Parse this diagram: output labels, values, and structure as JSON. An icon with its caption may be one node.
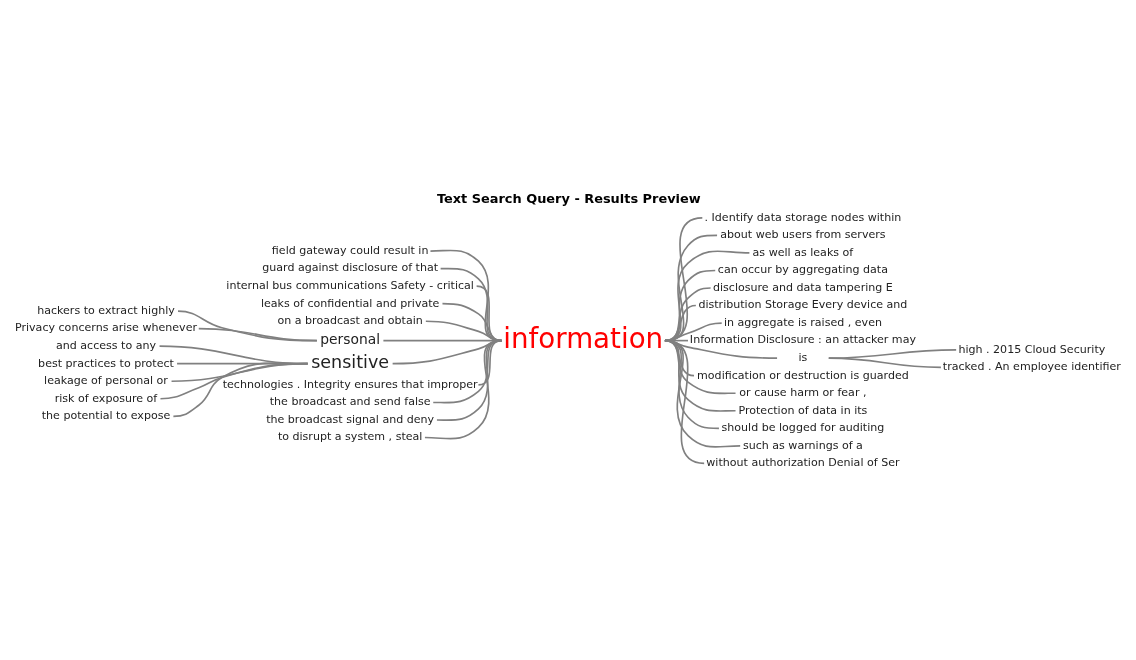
{
  "diagram": {
    "title": "Text Search Query - Results Preview",
    "nodes": [
      {
        "text": [
          "information"
        ]
      },
      {
        "text": [
          "field gateway could result in"
        ]
      },
      {
        "text": [
          "guard against disclosure of that"
        ]
      },
      {
        "text": [
          "internal bus communications Safety - critical"
        ]
      },
      {
        "text": [
          "leaks of confidential and private"
        ]
      },
      {
        "text": [
          "on a broadcast and obtain"
        ]
      },
      {
        "text": [
          "personal"
        ]
      },
      {
        "text": [
          "hackers to extract highly"
        ]
      },
      {
        "text": [
          "Privacy concerns arise whenever"
        ]
      },
      {
        "text": [
          "sensitive"
        ]
      },
      {
        "text": [
          "and access to any"
        ]
      },
      {
        "text": [
          "best practices to protect"
        ]
      },
      {
        "text": [
          "leakage of personal or"
        ]
      },
      {
        "text": [
          "risk of exposure of"
        ]
      },
      {
        "text": [
          "the potential to expose"
        ]
      },
      {
        "text": [
          "technologies . Integrity ensures that improper"
        ]
      },
      {
        "text": [
          "the broadcast and send false"
        ]
      },
      {
        "text": [
          "the broadcast signal and deny"
        ]
      },
      {
        "text": [
          "to disrupt a system , steal"
        ]
      },
      {
        "text": [
          ". Identify data storage nodes within"
        ]
      },
      {
        "text": [
          "about web users from servers"
        ]
      },
      {
        "text": [
          "as well as leaks of"
        ]
      },
      {
        "text": [
          "can occur by aggregating data"
        ]
      },
      {
        "text": [
          "disclosure and data tampering E"
        ]
      },
      {
        "text": [
          "distribution Storage Every device and"
        ]
      },
      {
        "text": [
          "in aggregate is raised , even"
        ]
      },
      {
        "text": [
          "Information Disclosure : an attacker may"
        ]
      },
      {
        "text": [
          "is"
        ]
      },
      {
        "text": [
          "high . 2015 Cloud Security"
        ]
      },
      {
        "text": [
          "tracked . An employee identifier"
        ]
      },
      {
        "text": [
          "modification or destruction is guarded"
        ]
      },
      {
        "text": [
          "or cause harm or fear ,"
        ]
      },
      {
        "text": [
          "Protection of data in its"
        ]
      },
      {
        "text": [
          "should be logged for auditing"
        ]
      },
      {
        "text": [
          "such as warnings of a"
        ]
      },
      {
        "text": [
          "without authorization Denial of Ser"
        ]
      }
    ],
    "edges": [
      {
        "from": 1,
        "to": 0,
        "arrow": "none"
      },
      {
        "from": 2,
        "to": 0,
        "arrow": "none"
      },
      {
        "from": 3,
        "to": 0,
        "arrow": "none"
      },
      {
        "from": 4,
        "to": 0,
        "arrow": "none"
      },
      {
        "from": 5,
        "to": 0,
        "arrow": "none"
      },
      {
        "from": 7,
        "to": 6,
        "arrow": "none"
      },
      {
        "from": 8,
        "to": 6,
        "arrow": "none"
      },
      {
        "from": 6,
        "to": 0,
        "arrow": "none"
      },
      {
        "from": 10,
        "to": 9,
        "arrow": "none"
      },
      {
        "from": 11,
        "to": 9,
        "arrow": "none"
      },
      {
        "from": 12,
        "to": 9,
        "arrow": "none"
      },
      {
        "from": 13,
        "to": 9,
        "arrow": "none"
      },
      {
        "from": 14,
        "to": 9,
        "arrow": "none"
      },
      {
        "from": 9,
        "to": 0,
        "arrow": "none"
      },
      {
        "from": 15,
        "to": 0,
        "arrow": "none"
      },
      {
        "from": 16,
        "to": 0,
        "arrow": "none"
      },
      {
        "from": 17,
        "to": 0,
        "arrow": "none"
      },
      {
        "from": 18,
        "to": 0,
        "arrow": "none"
      },
      {
        "from": 0,
        "to": 19,
        "arrow": "none"
      },
      {
        "from": 0,
        "to": 20,
        "arrow": "none"
      },
      {
        "from": 0,
        "to": 21,
        "arrow": "none"
      },
      {
        "from": 0,
        "to": 22,
        "arrow": "none"
      },
      {
        "from": 0,
        "to": 23,
        "arrow": "none"
      },
      {
        "from": 0,
        "to": 24,
        "arrow": "none"
      },
      {
        "from": 0,
        "to": 25,
        "arrow": "none"
      },
      {
        "from": 0,
        "to": 26,
        "arrow": "none"
      },
      {
        "from": 0,
        "to": 27,
        "arrow": "none"
      },
      {
        "from": 27,
        "to": 28,
        "arrow": "none"
      },
      {
        "from": 27,
        "to": 29,
        "arrow": "none"
      },
      {
        "from": 0,
        "to": 30,
        "arrow": "none"
      },
      {
        "from": 0,
        "to": 31,
        "arrow": "none"
      },
      {
        "from": 0,
        "to": 32,
        "arrow": "none"
      },
      {
        "from": 0,
        "to": 33,
        "arrow": "none"
      },
      {
        "from": 0,
        "to": 34,
        "arrow": "none"
      },
      {
        "from": 0,
        "to": 35,
        "arrow": "none"
      }
    ]
  }
}
